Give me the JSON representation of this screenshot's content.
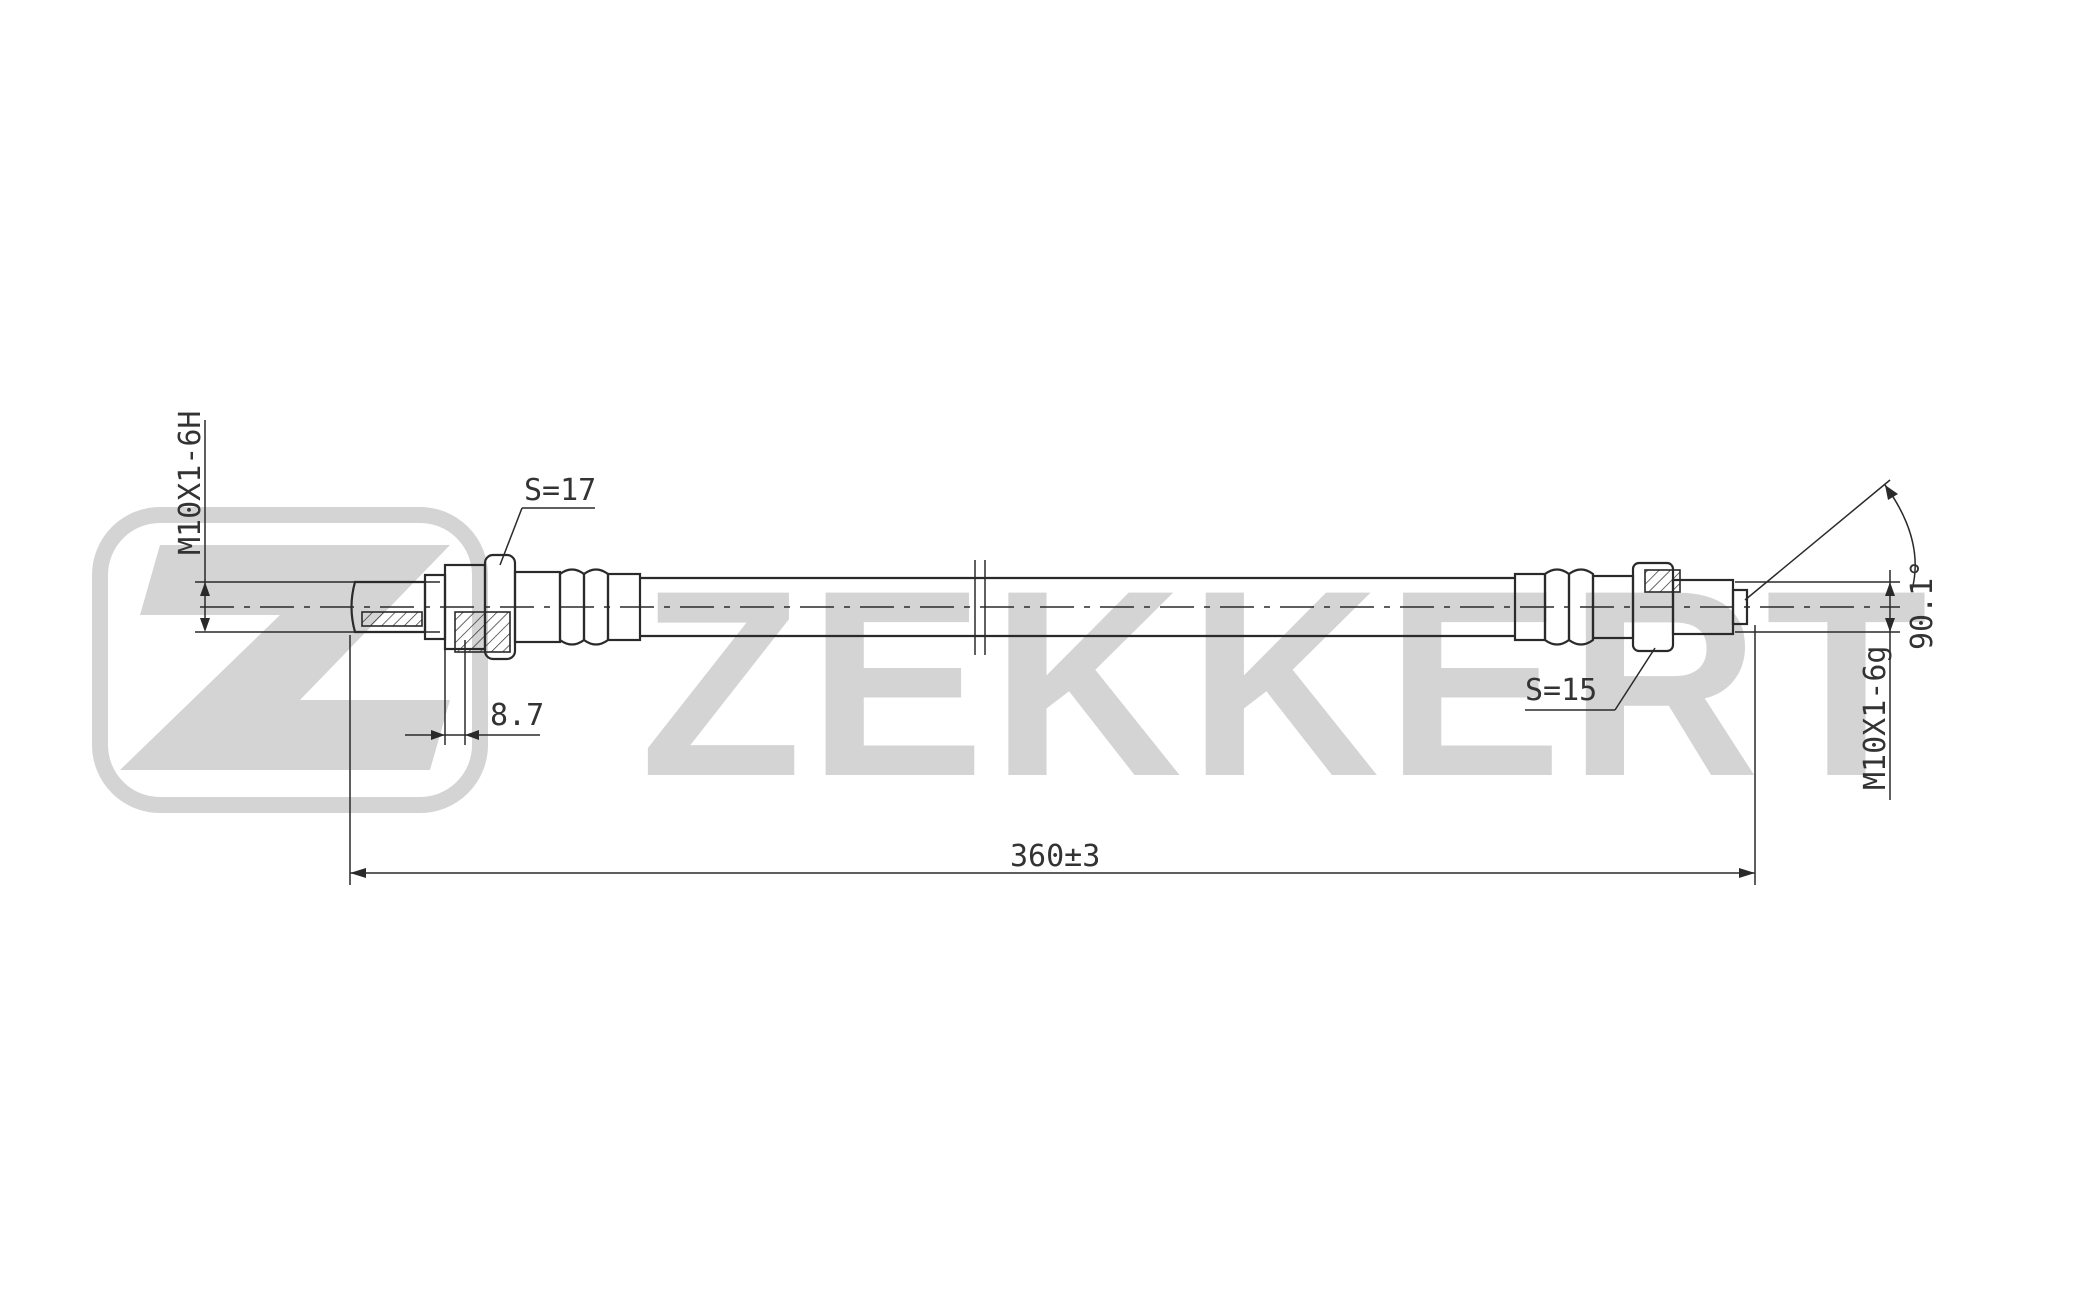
{
  "watermark": {
    "text": "ZEKKERT",
    "color": "#d4d4d4"
  },
  "labels": {
    "left_thread": "M10X1-6H",
    "left_wrench": "S=17",
    "left_offset": "8.7",
    "right_wrench": "S=15",
    "right_thread": "M10X1-6g",
    "right_angle": "90.1°",
    "overall_length": "360±3"
  },
  "colors": {
    "ink": "#2a2a2a",
    "watermark": "#d4d4d4"
  }
}
